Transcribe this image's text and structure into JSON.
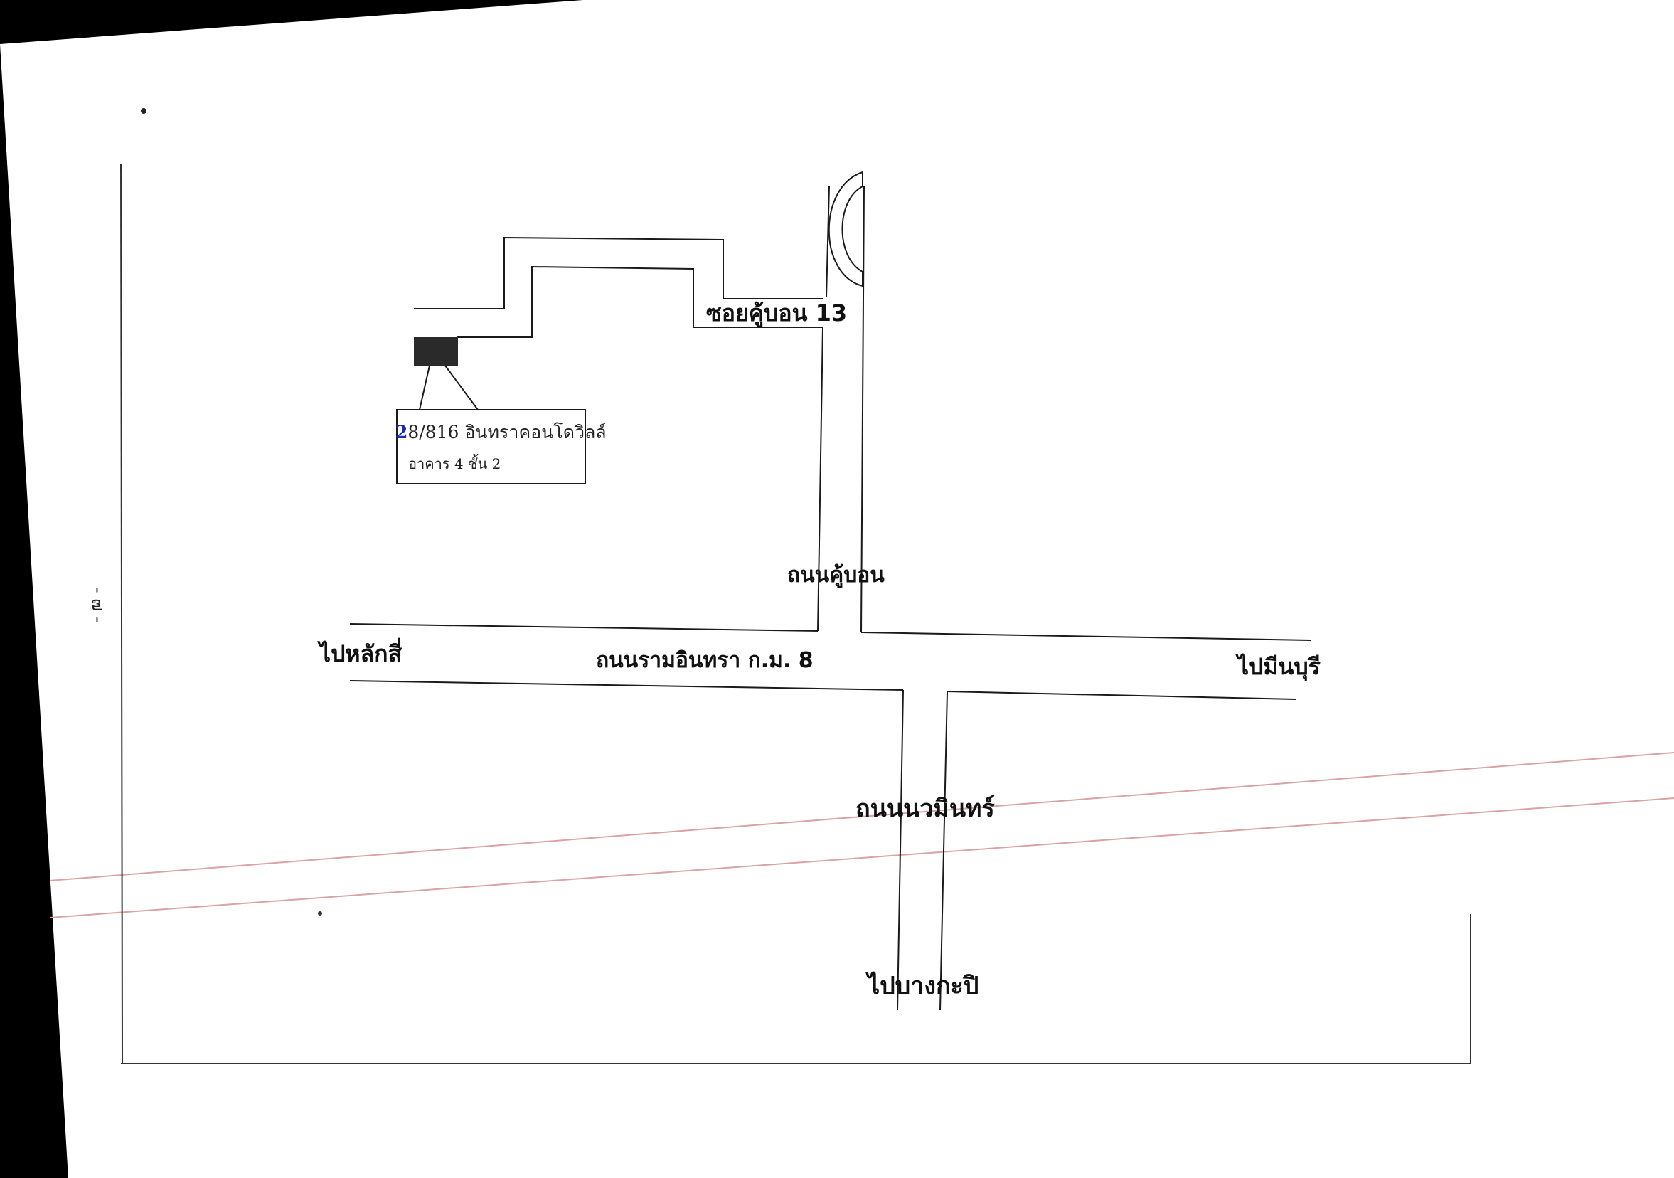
{
  "map": {
    "page_number": "- ๗ -",
    "labels": {
      "soi_road": "ซอยคู้บอน 13",
      "khubon_road": "ถนนคู้บอน",
      "to_lak_si": "ไปหลักสี่",
      "ram_inthra_road": "ถนนรามอินทรา ก.ม. 8",
      "to_min_buri": "ไปมีนบุรี",
      "nawamin_road": "ถนนนวมินทร์",
      "to_bang_kapi": "ไปบางกะปิ"
    },
    "address": {
      "number_prefix": "2",
      "line1_rest": "8/816 อินทราคอนโดวิลล์",
      "line2": "อาคาร 4 ชั้น 2"
    },
    "colors": {
      "paper": "#ffffff",
      "ink": "#1a1a1a",
      "handwritten_ink": "#1c2fa8",
      "red_line": "#d9a3a3",
      "scan_background": "#000000"
    }
  }
}
